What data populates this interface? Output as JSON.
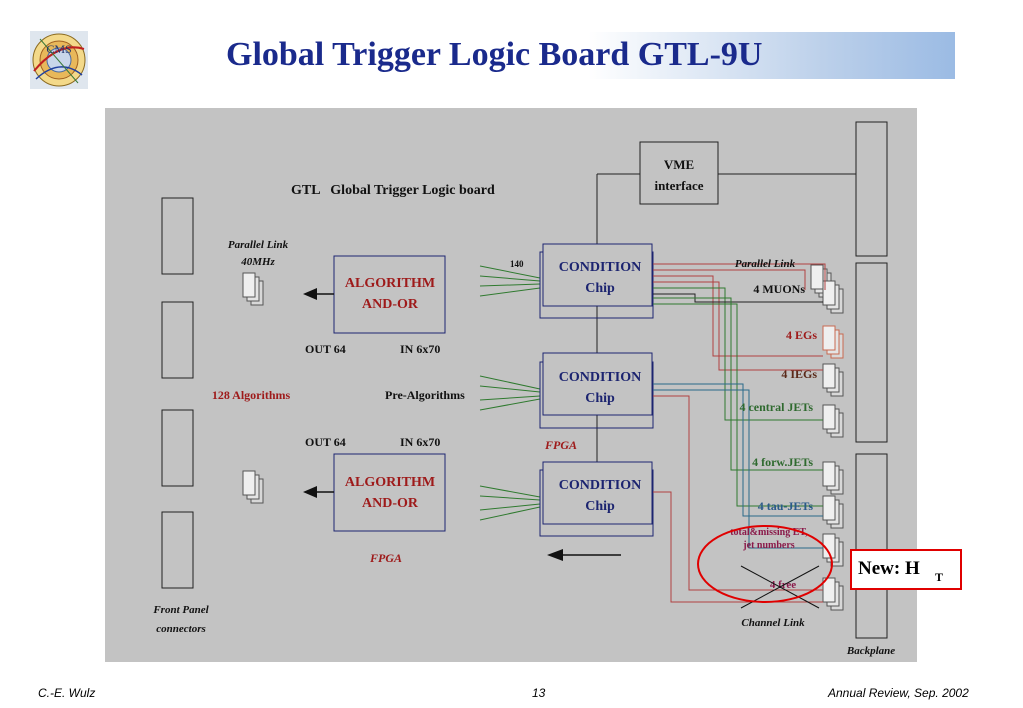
{
  "slide": {
    "title": "Global Trigger Logic Board GTL-9U",
    "footer_left": "C.-E. Wulz",
    "footer_center": "13",
    "footer_right": "Annual Review, Sep. 2002",
    "logo_text": "CMS",
    "new_label": "New: H",
    "new_label_subscript": "T"
  },
  "diagram": {
    "board_title": "GTL   Global Trigger Logic board",
    "vme": [
      "VME",
      "interface"
    ],
    "parallel_link_left": [
      "Parallel Link",
      "40MHz"
    ],
    "algorithm_top": [
      "ALGORITHM",
      "AND-OR"
    ],
    "algorithm_bottom": [
      "ALGORITHM",
      "AND-OR"
    ],
    "out_top": "OUT 64",
    "in_top": "IN 6x70",
    "out_bottom": "OUT 64",
    "in_bottom": "IN 6x70",
    "algorithms_128": "128 Algorithms",
    "pre_algorithms": "Pre-Algorithms",
    "count_140": "140",
    "condition_1": [
      "CONDITION",
      "Chip"
    ],
    "condition_2": [
      "CONDITION",
      "Chip"
    ],
    "condition_3": [
      "CONDITION",
      "Chip"
    ],
    "fpga_mid": "FPGA",
    "fpga_bottom": "FPGA",
    "parallel_link_right": "Parallel Link",
    "muons": "4 MUONs",
    "egs": "4 EGs",
    "iegs": "4 IEGs",
    "central_jets": "4 central JETs",
    "forw_jets": "4 forw.JETs",
    "tau_jets": "4 tau-JETs",
    "total_missing": [
      "total&missing ET,",
      "jet numbers"
    ],
    "free": "4 free",
    "channel_link": "Channel Link",
    "front_panel": [
      "Front Panel",
      "connectors"
    ],
    "backplane": "Backplane"
  },
  "colors": {
    "title": "#1a2a8c",
    "panel": "#c3c3c3",
    "red_text": "#9e1a1a",
    "navy_text": "#1c2470",
    "green_line": "#2f7a2f",
    "red_line": "#b04040",
    "teal_line": "#2a6a8a",
    "highlight": "#e00000"
  }
}
